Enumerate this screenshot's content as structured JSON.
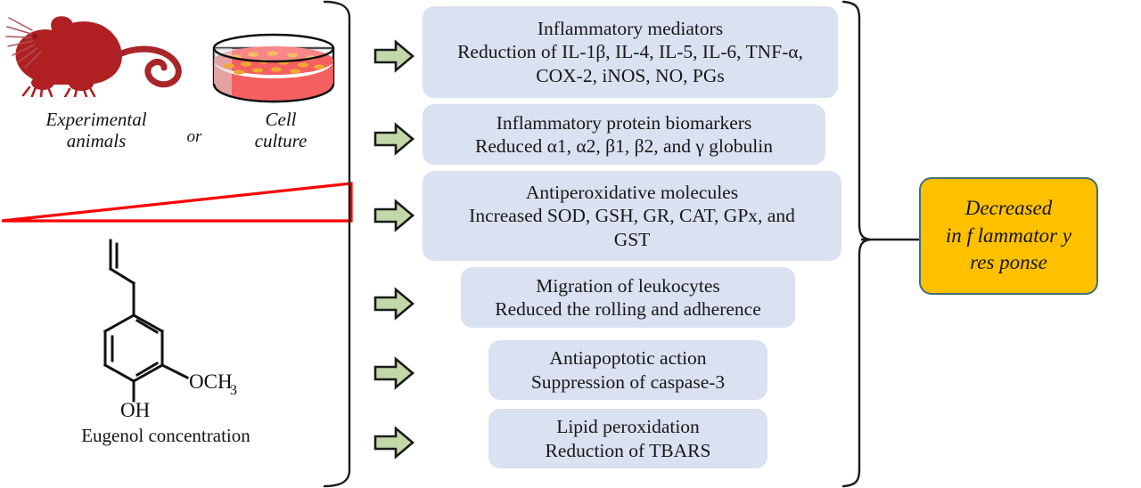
{
  "figure": {
    "title": "Eugenol anti-inflammatory mechanism diagram",
    "colors": {
      "box_fill": "#dae1f1",
      "result_fill": "#ffc000",
      "result_border": "#3f6f7a",
      "arrow_fill": "#c3d8a8",
      "arrow_stroke": "#1a1a1a",
      "mouse": "#b01f22",
      "triangle_stroke": "#ff0000",
      "dish_medium": "#f4605f",
      "dish_colony": "#f0a830",
      "line": "#1a1a1a"
    }
  },
  "inputs": {
    "animals_label": "Experimental\nanimals",
    "animals_line1": "Experimental",
    "animals_line2": "animals",
    "or_label": "or",
    "cell_line1": "Cell",
    "cell_line2": "culture",
    "concentration_label": "Eugenol concentration",
    "structure_labels": {
      "methoxy": "OCH",
      "methoxy_sub": "3",
      "hydroxyl": "OH"
    }
  },
  "effects": [
    {
      "title": "Inflammatory mediators",
      "detail_line1": "Reduction of IL-1β, IL-4, IL-5, IL-6, TNF-α,",
      "detail_line2": "COX-2, iNOS, NO, PGs",
      "arrow": "right-arrow-icon"
    },
    {
      "title": "Inflammatory protein biomarkers",
      "detail_line1": "Reduced α1, α2, β1, β2, and γ globulin",
      "detail_line2": "",
      "arrow": "right-arrow-icon"
    },
    {
      "title": "Antiperoxidative molecules",
      "detail_line1": "Increased SOD, GSH, GR, CAT, GPx, and",
      "detail_line2": "GST",
      "arrow": "right-arrow-icon"
    },
    {
      "title": "Migration of leukocytes",
      "detail_line1": "Reduced the rolling and adherence",
      "detail_line2": "",
      "arrow": "right-arrow-icon"
    },
    {
      "title": "Antiapoptotic action",
      "detail_line1": "Suppression of caspase-3",
      "detail_line2": "",
      "arrow": "right-arrow-icon"
    },
    {
      "title": "Lipid peroxidation",
      "detail_line1": "Reduction of TBARS",
      "detail_line2": "",
      "arrow": "right-arrow-icon"
    }
  ],
  "result": {
    "line1": "Decreased",
    "line2": "in f lammator y",
    "line3": "res ponse"
  }
}
